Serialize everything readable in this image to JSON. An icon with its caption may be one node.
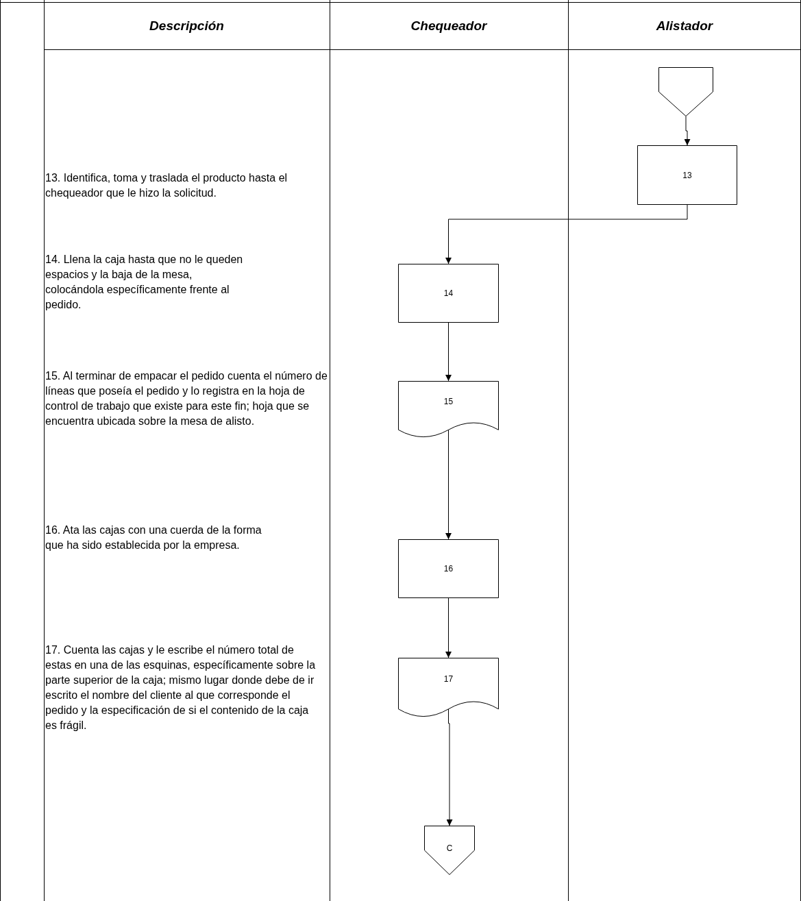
{
  "diagram": {
    "nodes": [
      {
        "text": [],
        "shape": "pentagon"
      },
      {
        "text": [
          "13"
        ]
      },
      {
        "text": [
          "14"
        ]
      },
      {
        "text": [
          "15"
        ]
      },
      {
        "text": [
          "16"
        ]
      },
      {
        "text": [
          "17"
        ]
      },
      {
        "text": [
          "C"
        ]
      }
    ],
    "edges": [
      {
        "from": 0,
        "to": 1,
        "arrow": "to"
      },
      {
        "from": 1,
        "to": 2,
        "arrow": "to"
      },
      {
        "from": 2,
        "to": 3,
        "arrow": "to"
      },
      {
        "from": 3,
        "to": 4,
        "arrow": "to"
      },
      {
        "from": 4,
        "to": 5,
        "arrow": "to"
      },
      {
        "from": 5,
        "to": 6,
        "arrow": "to"
      }
    ],
    "labels": [
      "Descripción",
      "Chequeador",
      "Alistador",
      "13. Identifica, toma y traslada el producto hasta el chequeador que le hizo la solicitud.",
      "14. Llena la caja hasta que no le queden espacios y la baja de la mesa, colocándola específicamente frente al pedido.",
      "15. Al terminar de empacar el pedido cuenta el número de líneas que poseía el pedido y lo registra en la hoja de control de trabajo que existe para este fin; hoja que se encuentra ubicada sobre la mesa de alisto.",
      "16. Ata las cajas con una cuerda de la forma que ha sido establecida por la empresa.",
      "17. Cuenta las cajas y le escribe el número total de estas en una de las esquinas, específicamente sobre la parte superior de la caja; mismo lugar donde debe de ir escrito el nombre del cliente al que corresponde el pedido y la especificación de si el contenido de la caja es frágil."
    ]
  }
}
